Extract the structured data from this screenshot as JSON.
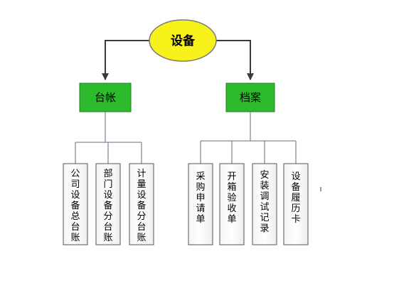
{
  "root": {
    "label": "设备"
  },
  "branches": [
    {
      "label": "台帐",
      "children": [
        "公司设备总台账",
        "部门设备分台账",
        "计量设备分台账"
      ]
    },
    {
      "label": "档案",
      "children": [
        "采购申请单",
        "开箱验收单",
        "安装调试记录",
        "设备履历卡"
      ]
    }
  ],
  "colors": {
    "root_fill": "#F6F21A",
    "root_stroke": "#7A7A7A",
    "branch_fill": "#2DBA2D",
    "branch_stroke": "#1E7F1E",
    "arrow": "#3A3A3A",
    "connector": "#7F8C9A",
    "leaf_stroke": "#555555"
  }
}
